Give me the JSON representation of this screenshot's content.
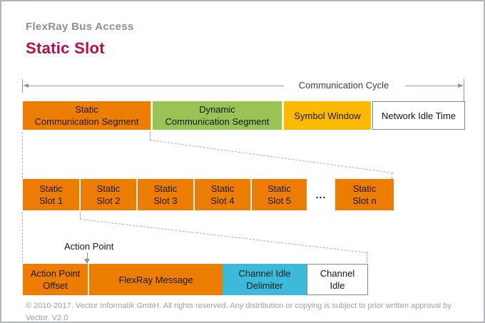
{
  "header": {
    "subtitle": "FlexRay Bus Access",
    "title": "Static Slot"
  },
  "cycle": {
    "label": "Communication Cycle"
  },
  "segments": {
    "static": {
      "line1": "Static",
      "line2": "Communication Segment"
    },
    "dynamic": {
      "line1": "Dynamic",
      "line2": "Communication Segment"
    },
    "symbol": {
      "label": "Symbol Window"
    },
    "network_idle": {
      "label": "Network Idle Time"
    }
  },
  "slots": {
    "items": [
      {
        "line1": "Static",
        "line2": "Slot 1"
      },
      {
        "line1": "Static",
        "line2": "Slot 2"
      },
      {
        "line1": "Static",
        "line2": "Slot 3"
      },
      {
        "line1": "Static",
        "line2": "Slot 4"
      },
      {
        "line1": "Static",
        "line2": "Slot 5"
      }
    ],
    "ellipsis": "...",
    "last": {
      "line1": "Static",
      "line2": "Slot n"
    }
  },
  "action_point": {
    "label": "Action Point"
  },
  "detail": {
    "offset": {
      "line1": "Action Point",
      "line2": "Offset"
    },
    "message": {
      "label": "FlexRay Message"
    },
    "delimiter": {
      "line1": "Channel Idle",
      "line2": "Delimiter"
    },
    "idle": {
      "line1": "Channel",
      "line2": "Idle"
    }
  },
  "footer": {
    "line1": "© 2010-2017. Vector Informatik GmbH. All rights reserved. Any distribution or copying is subject to prior written approval by",
    "line2": "Vector. V2.0"
  },
  "colors": {
    "orange": "#ed7d00",
    "green": "#99c455",
    "amber": "#fbba00",
    "cyan": "#3bbbd9",
    "title_red": "#ba0c42",
    "subtitle_gray": "#8a9296",
    "footer_gray": "#9ba2a6",
    "dimension_gray": "#8e979b",
    "dash_gray": "#a9b0b4"
  }
}
